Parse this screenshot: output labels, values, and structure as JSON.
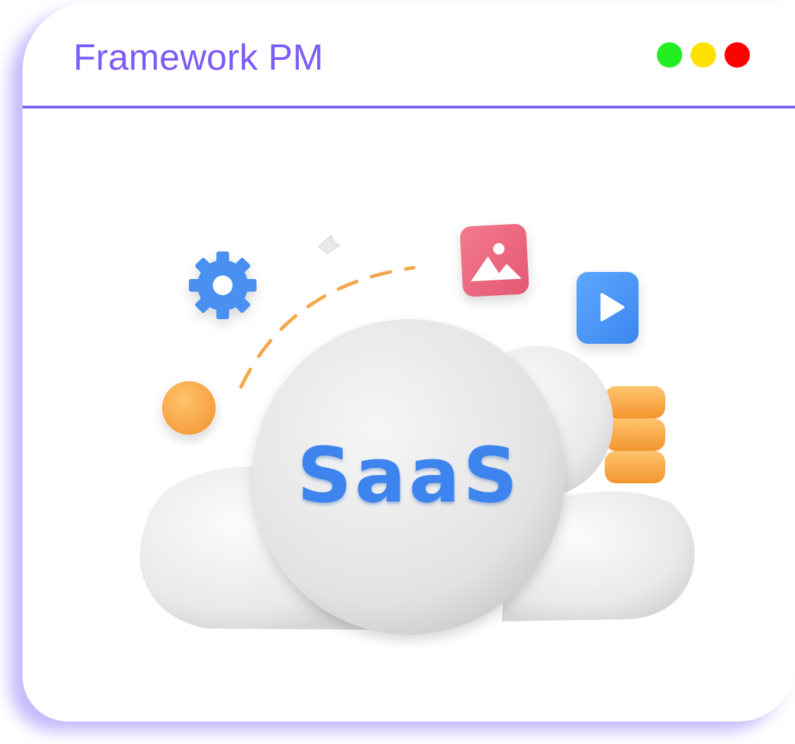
{
  "window": {
    "title": "Framework PM",
    "accent_color": "#7b5cf6",
    "controls": [
      {
        "name": "green",
        "color": "#22ee22"
      },
      {
        "name": "yellow",
        "color": "#ffe100"
      },
      {
        "name": "red",
        "color": "#ff0000"
      }
    ]
  },
  "illustration": {
    "label": "SaaS",
    "label_color": "#3d84ee",
    "icons": [
      "gear-icon",
      "cursor-icon",
      "image-icon",
      "play-icon",
      "coin-stack-icon",
      "orange-ball"
    ]
  }
}
